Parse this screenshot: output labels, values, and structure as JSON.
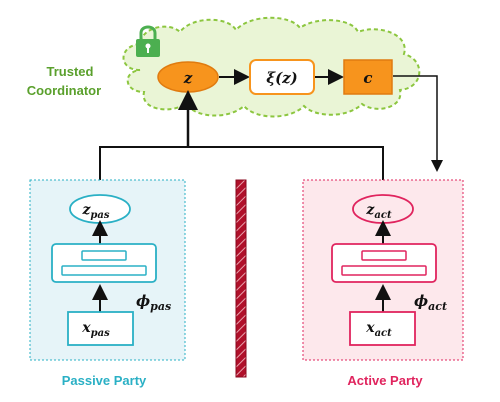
{
  "coordinator": {
    "title_line1": "Trusted",
    "title_line2": "Coordinator",
    "z_node": "z",
    "xi_node": "ξ(z)",
    "c_node": "c"
  },
  "passive": {
    "label": "Passive Party",
    "z_main": "z",
    "z_sub": "pas",
    "phi_main": "ϕ",
    "phi_sub": "pas",
    "x_main": "x",
    "x_sub": "pas"
  },
  "active": {
    "label": "Active Party",
    "z_main": "z",
    "z_sub": "act",
    "phi_main": "ϕ",
    "phi_sub": "act",
    "x_main": "x",
    "x_sub": "act"
  },
  "colors": {
    "cloud_fill": "#eaf5d6",
    "cloud_stroke": "#8cc63f",
    "orange_fill": "#f7941d",
    "orange_stroke": "#e07b10",
    "teal": "#2ab0c5",
    "teal_bg": "#e6f4f8",
    "red": "#e0245e",
    "red_bg": "#fde8ec",
    "lock": "#4caf50",
    "barrier": "#b0102a"
  }
}
